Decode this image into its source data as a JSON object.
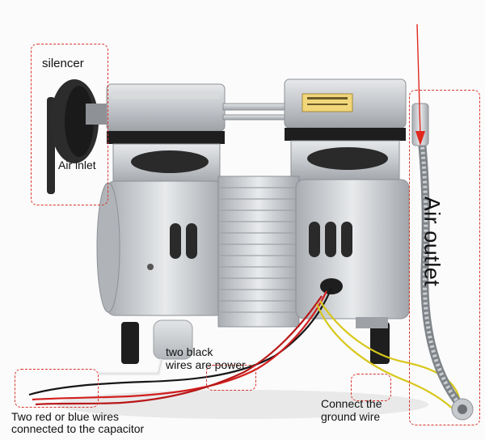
{
  "labels": {
    "silencer": "silencer",
    "air_inlet": "Air inlet",
    "air_outlet": "Air outlet",
    "black_wires_line1": "two black",
    "black_wires_line2": "wires are power",
    "red_wires_line1": "Two red or blue wires",
    "red_wires_line2": "connected to the capacitor",
    "ground_line1": "Connect the",
    "ground_line2": "ground wire"
  },
  "colors": {
    "annotation_dash": "#d9342b",
    "text": "#111111",
    "metal": "#c9ccd0",
    "dark_part": "#1e1e1e"
  }
}
